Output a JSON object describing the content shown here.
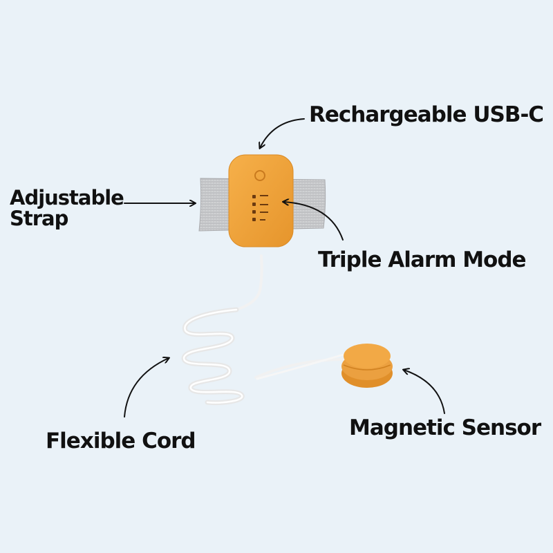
{
  "labels": {
    "usb_c": "Rechargeable USB-C",
    "strap_line1": "Adjustable",
    "strap_line2": "Strap",
    "alarm_mode": "Triple Alarm Mode",
    "cord": "Flexible Cord",
    "sensor": "Magnetic Sensor"
  },
  "colors": {
    "background": "#eaf2f8",
    "device_orange": "#f0a33a",
    "strap_gray": "#c9cacc",
    "cord_white": "#f4f4f4",
    "text": "#111111"
  },
  "icons": [
    "power-button-icon",
    "indicator-lights-icon",
    "arrow-icon"
  ]
}
